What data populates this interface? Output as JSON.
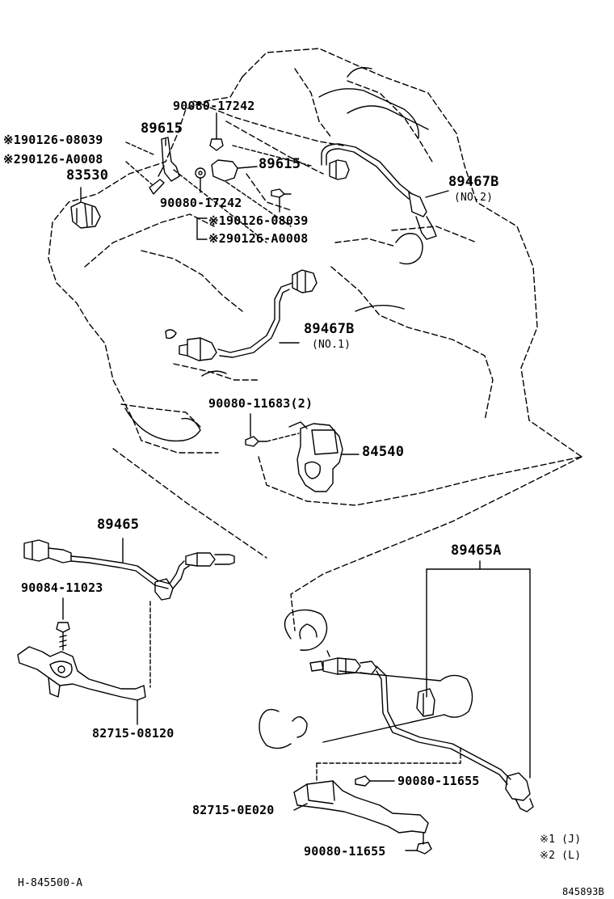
{
  "labels": {
    "p90080_17242_top": "90080-17242",
    "p90126_08039_a": "※190126-08039",
    "p90126_A0008_a": "※290126-A0008",
    "p89615_left": "89615",
    "p83530": "83530",
    "p89615_right": "89615",
    "p90080_17242_mid": "90080-17242",
    "p90126_08039_b": "※190126-08039",
    "p90126_A0008_b": "※290126-A0008",
    "p89467B_no2": "89467B",
    "no2": "(NO.2)",
    "p89467B_no1": "89467B",
    "no1": "(NO.1)",
    "p90080_11683": "90080-11683(2)",
    "p84540": "84540",
    "p89465": "89465",
    "p90084_11023": "90084-11023",
    "p82715_08120": "82715-08120",
    "p89465A": "89465A",
    "p90080_11655_a": "90080-11655",
    "p82715_0E020": "82715-0E020",
    "p90080_11655_b": "90080-11655",
    "note1": "※1 (J)",
    "note2": "※2 (L)",
    "diagram_code": "H-845500-A",
    "figure_id": "845893B"
  }
}
